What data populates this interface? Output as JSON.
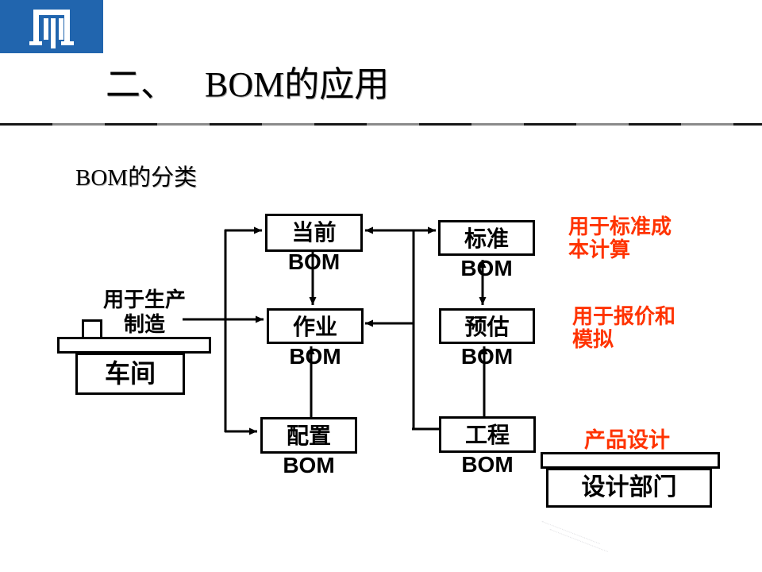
{
  "slide": {
    "title": "二、 BOM的应用",
    "subtitle": "BOM的分类"
  },
  "logo": {
    "icon": "building-pillars-logo",
    "bg_color": "#2165AE"
  },
  "diagram": {
    "bom_boxes": [
      {
        "id": "current-bom",
        "label": "当前BOM"
      },
      {
        "id": "standard-bom",
        "label": "标准BOM"
      },
      {
        "id": "operation-bom",
        "label": "作业BOM"
      },
      {
        "id": "estimate-bom",
        "label": "预估BOM"
      },
      {
        "id": "config-bom",
        "label": "配置BOM"
      },
      {
        "id": "engineering-bom",
        "label": "工程BOM"
      }
    ],
    "entities": [
      {
        "id": "workshop",
        "label": "车间"
      },
      {
        "id": "design-department",
        "label": "设计部门"
      }
    ],
    "annotations": [
      {
        "id": "production-use",
        "label": "用于生产制造",
        "color": "#000000"
      },
      {
        "id": "standard-cost-use",
        "label": "用于标准成本计算",
        "color": "#FF3300"
      },
      {
        "id": "quote-simulation-use",
        "label": "用于报价和模拟",
        "color": "#FF3300"
      },
      {
        "id": "product-design-use",
        "label": "产品设计",
        "color": "#FF3300"
      }
    ]
  },
  "colors": {
    "accent_orange": "#FF3300",
    "logo_blue": "#2165AE",
    "line_black": "#000000"
  }
}
